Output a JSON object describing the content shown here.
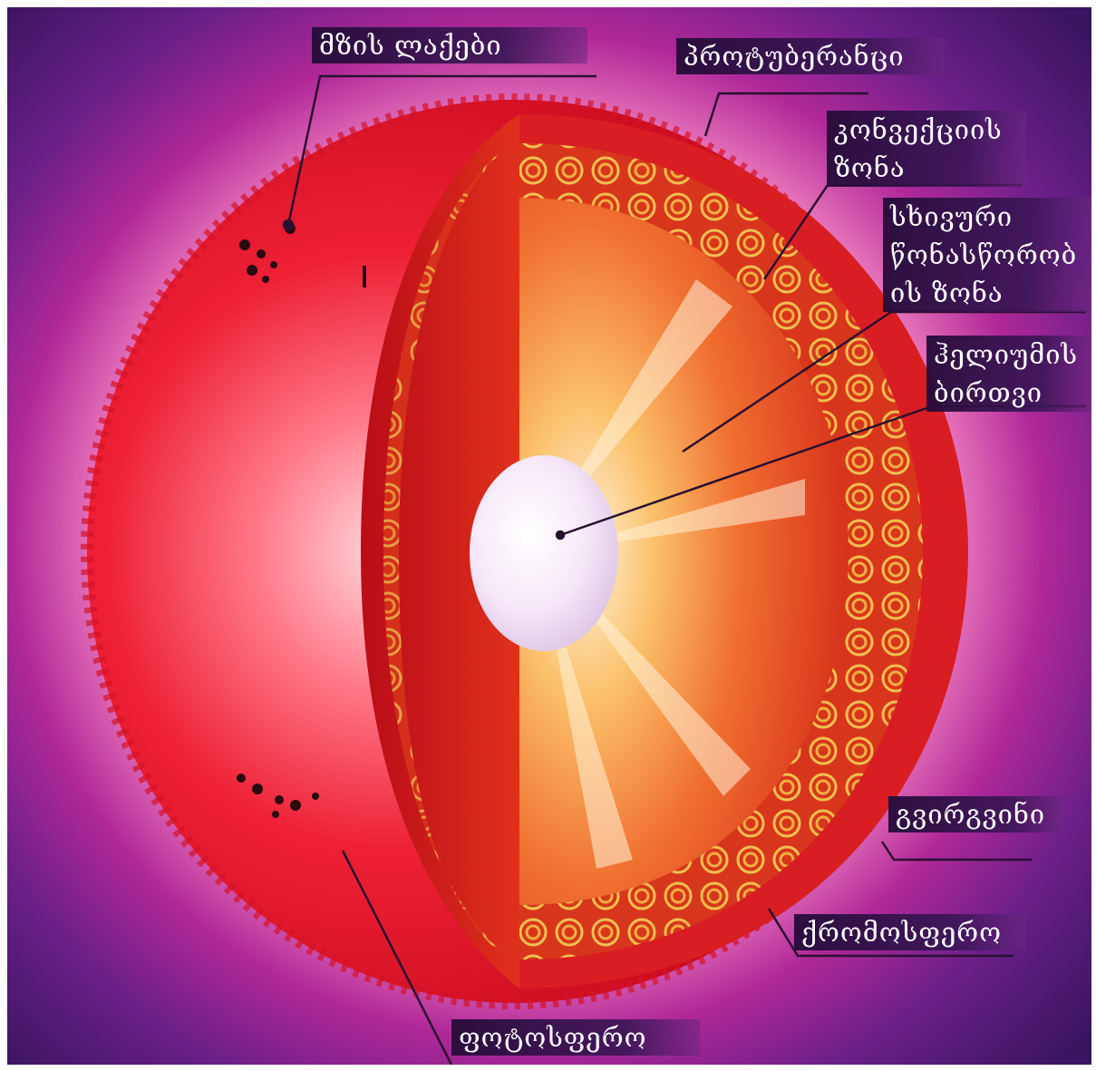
{
  "labels": {
    "sunspots": "მზის ლაქები",
    "prominences": "პროტუბერანცი",
    "convection_zone": "კონვექციის\nზონა",
    "radiative_zone": "სხივური\nწონასწორობ\nის ზონა",
    "helium_core": "ჰელიუმის\nბირთვი",
    "corona": "გვირგვინი",
    "chromosphere": "ქრომოსფერო",
    "photosphere": "ფოტოსფერო"
  },
  "colors": {
    "background_outer": "#3a1560",
    "background_mid": "#a0208a",
    "glow": "#ffd9e6",
    "sun_surface": "#e8162a",
    "cut_face": "#d41420",
    "core_orange": "#f7a040",
    "core_white": "#ffffff",
    "label_bg": "#2a0f40",
    "label_text": "#ffffff"
  }
}
